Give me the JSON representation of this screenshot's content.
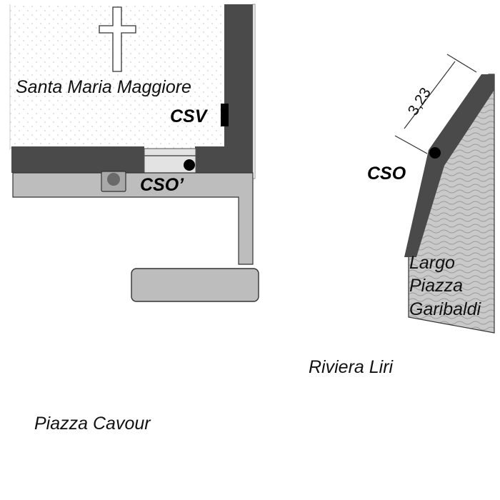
{
  "labels": {
    "church": "Santa Maria Maggiore",
    "csv": "CSV",
    "cso_prime": "CSO’",
    "cso": "CSO",
    "largo_line1": "Largo",
    "largo_line2": "Piazza",
    "largo_line3": "Garibaldi",
    "riviera": "Riviera Liri",
    "piazza_cavour": "Piazza Cavour"
  },
  "dimension": {
    "value": "3,23"
  },
  "colors": {
    "wall": "#4a4a4a",
    "path": "#bdbdbd",
    "outline": "#333333",
    "church_dots": "#cfcfcf",
    "pavement_fill": "#c9c9c9",
    "pavement_lines": "#9a9a9a",
    "point": "#000000"
  },
  "icons": {
    "cross": "cross-icon",
    "drain": "drain-icon"
  }
}
